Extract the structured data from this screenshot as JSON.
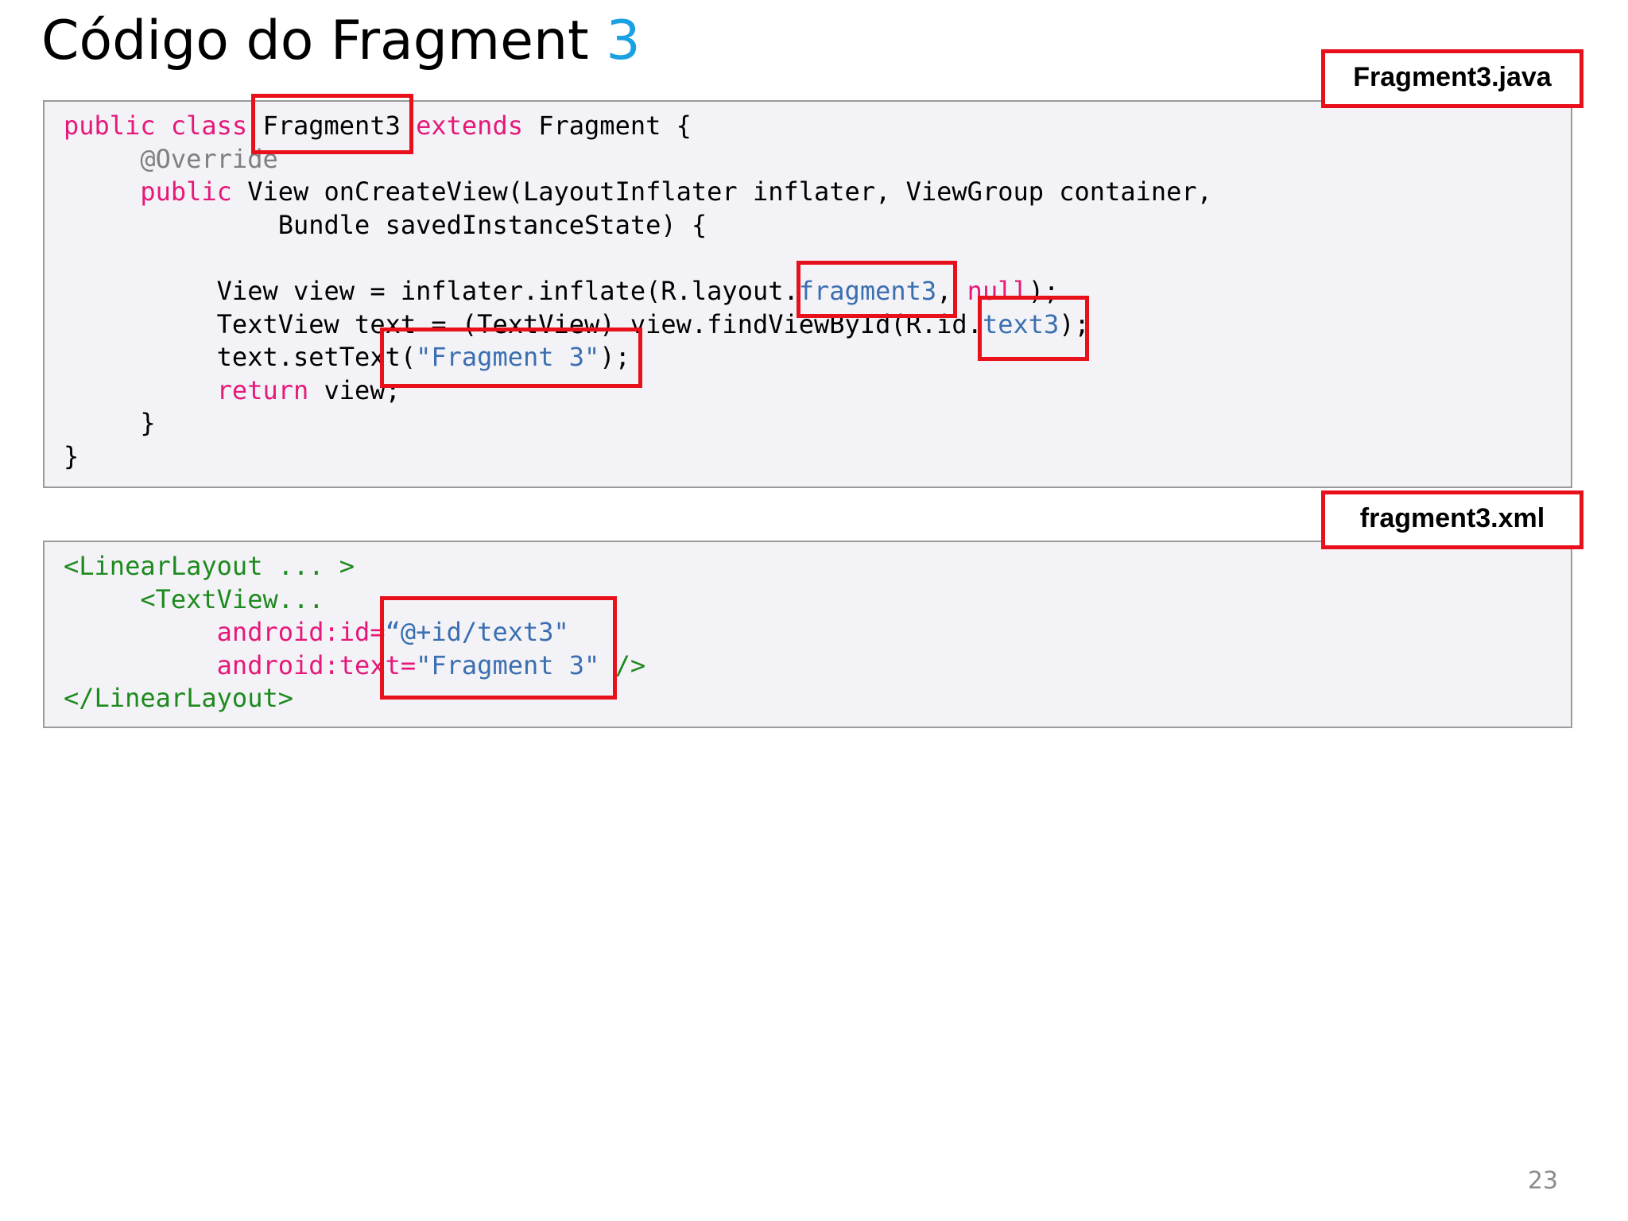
{
  "slide": {
    "title_main": "Código do Fragment ",
    "title_accent": "3",
    "page_number": "23"
  },
  "labels": {
    "java_file": "Fragment3.java",
    "xml_file": "fragment3.xml"
  },
  "java_code": {
    "l1_kw1": "public",
    "l1_kw2": "class",
    "l1_name": "Fragment3",
    "l1_kw3": "extends",
    "l1_rest": "Fragment {",
    "l2_ann": "@Override",
    "l3_kw": "public",
    "l3_rest": "View onCreateView(LayoutInflater inflater, ViewGroup container,",
    "l4": "Bundle savedInstanceState) {",
    "l6_a": "View view = inflater.inflate(R.layout.",
    "l6_str": "fragment3",
    "l6_b": ", ",
    "l6_kw": "null",
    "l6_c": ");",
    "l7_a": "TextView text = (TextView) view.findViewById(R.id.",
    "l7_str": "text3",
    "l7_b": ");",
    "l8_a": "text.setText(",
    "l8_str": "\"Fragment 3\"",
    "l8_b": ");",
    "l9_kw": "return",
    "l9_rest": " view;",
    "l10": "}",
    "l11": "}"
  },
  "xml_code": {
    "l1": "<LinearLayout ... >",
    "l2": "<TextView...",
    "l3_attr": "android:id=",
    "l3_val": "“@+id/text3\"",
    "l4_attr": "android:text=",
    "l4_val": "\"Fragment 3\"",
    "l4_close": " />",
    "l5": "</LinearLayout>"
  },
  "colors": {
    "keyword": "#e5197a",
    "string": "#3a6fb0",
    "xml_tag": "#1d8a1d",
    "annotation": "#7f7f7f",
    "highlight_box": "#e8101a",
    "title_accent": "#1ba1e2"
  }
}
